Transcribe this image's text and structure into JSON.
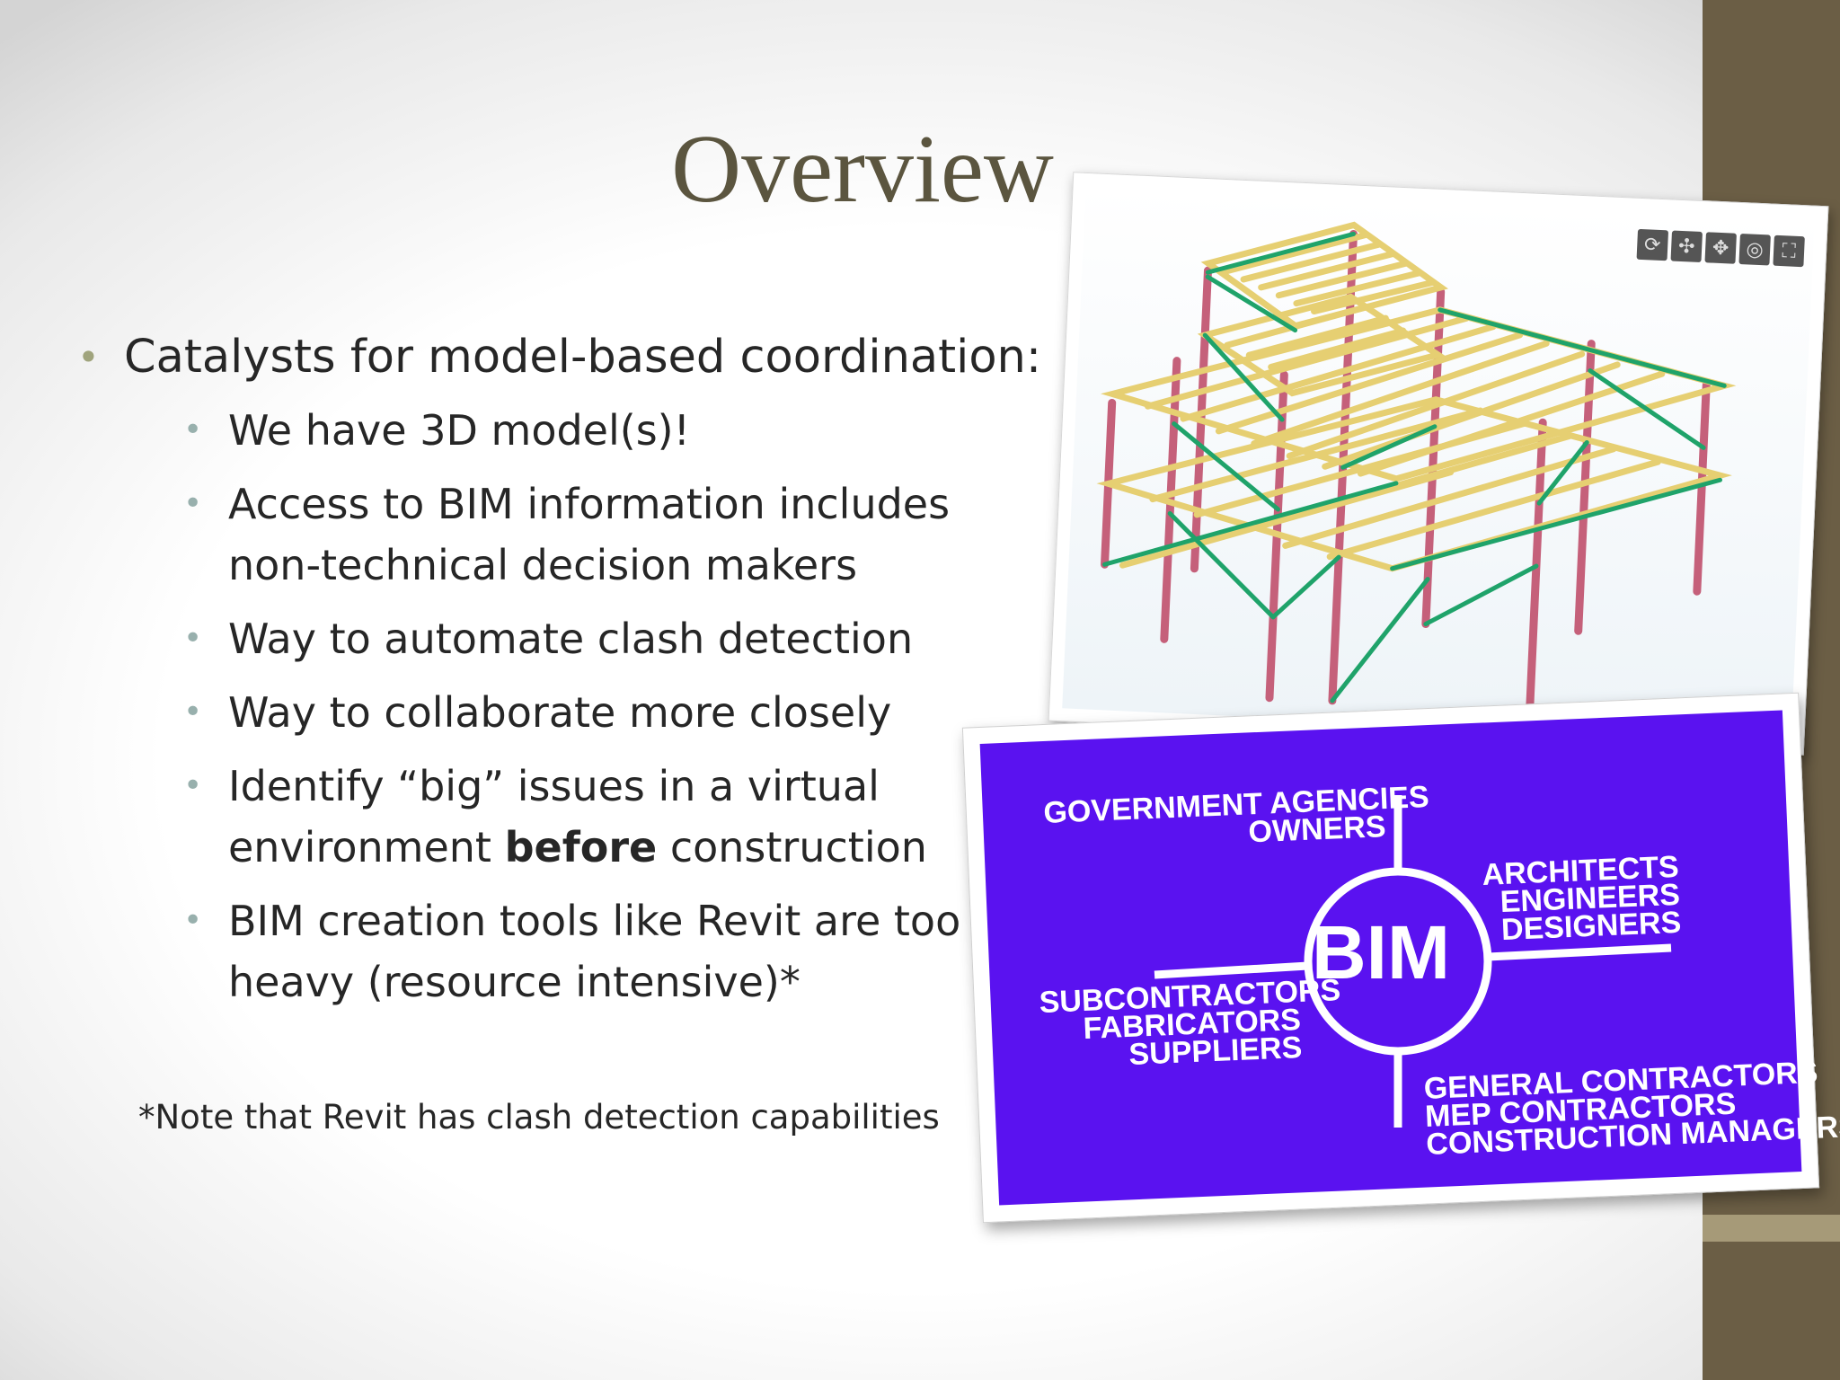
{
  "slide": {
    "title": "Overview",
    "main_bullet": "Catalysts for model-based coordination:",
    "sub_bullets": [
      "We have 3D model(s)!",
      "Access to BIM information includes non-technical decision makers",
      "Way to automate clash detection",
      "Way to collaborate more closely"
    ],
    "bullet_issues": {
      "before": "Identify “big” issues in a virtual environment ",
      "bold": "before",
      "after": " construction"
    },
    "bullet_tools": "BIM creation tools like Revit are too heavy (resource intensive)*",
    "note": "*Note that Revit has clash detection capabilities"
  },
  "model_viewer": {
    "toolbar_icons": [
      "orbit-icon",
      "pan-icon",
      "move-icon",
      "look-icon",
      "fullscreen-icon"
    ]
  },
  "bim_diagram": {
    "center": "BIM",
    "top_left": [
      "GOVERNMENT AGENCIES",
      "OWNERS"
    ],
    "top_right": [
      "ARCHITECTS",
      "ENGINEERS",
      "DESIGNERS"
    ],
    "bottom_left": [
      "SUBCONTRACTORS",
      "FABRICATORS",
      "SUPPLIERS"
    ],
    "bottom_right": [
      "GENERAL CONTRACTORS",
      "MEP CONTRACTORS",
      "CONSTRUCTION MANAGERS"
    ]
  },
  "colors": {
    "side_bar": "#6b5e45",
    "title": "#5b553f",
    "bim_background": "#5a12f0",
    "steel_columns": "#c5607a",
    "steel_beams": "#e6cf72",
    "steel_bracing": "#1fa36a"
  }
}
